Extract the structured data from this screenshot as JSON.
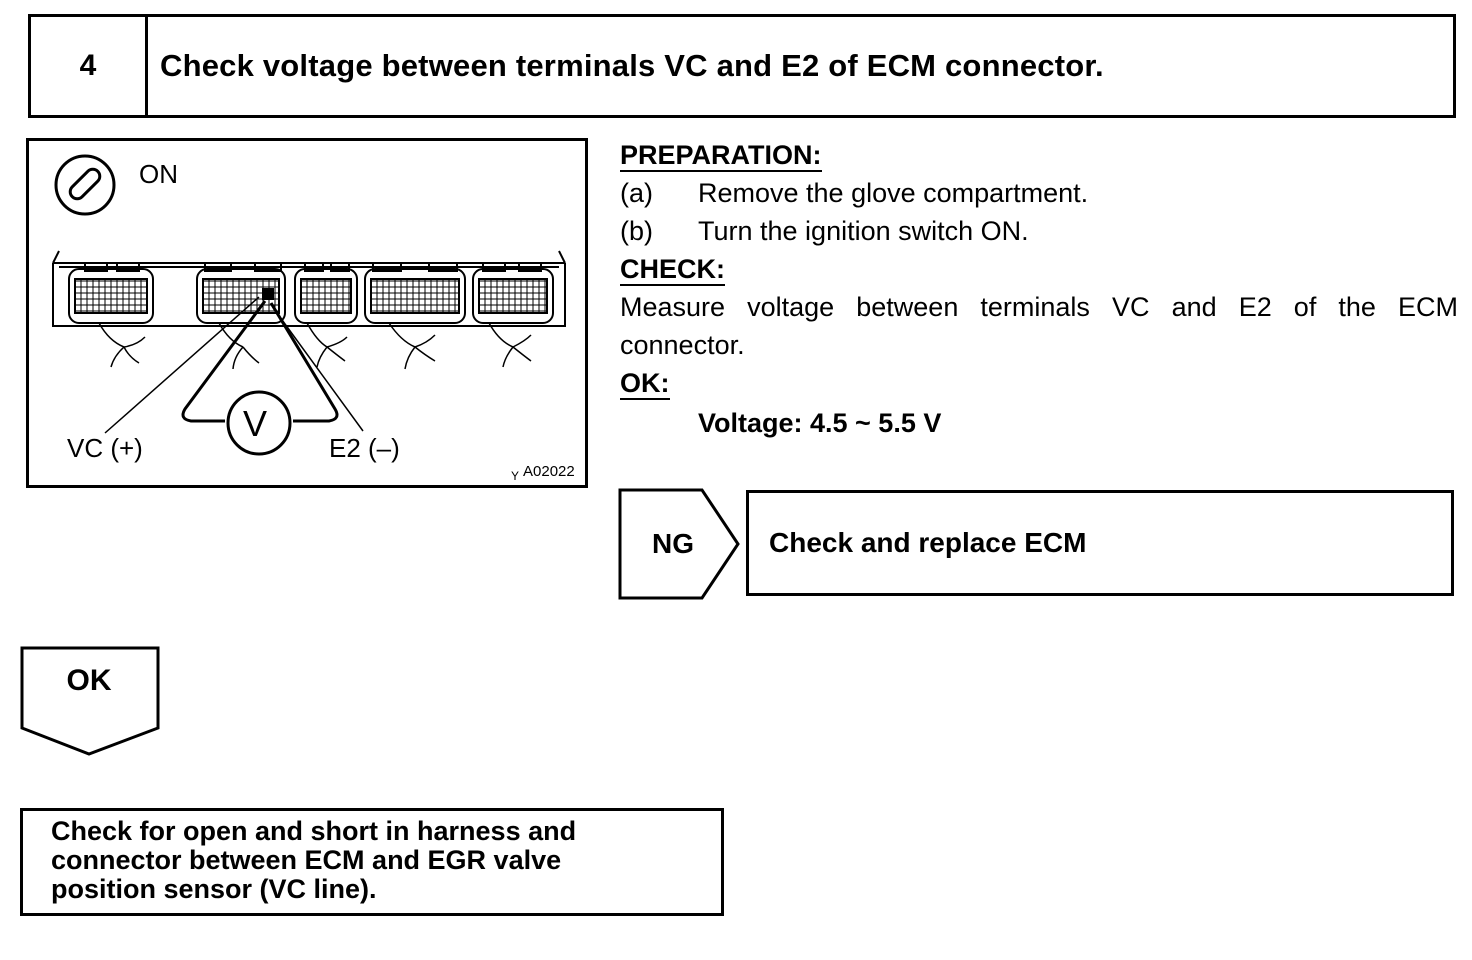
{
  "step": {
    "number": "4",
    "title": "Check voltage between terminals VC and E2 of ECM connector."
  },
  "figure": {
    "switch_label": "ON",
    "vc_label": "VC (+)",
    "e2_label": "E2 (–)",
    "meter_label": "V",
    "figure_id_prefix": "Y",
    "figure_id": "A02022",
    "icons": [
      "ignition-switch-icon",
      "voltmeter-icon",
      "ecm-connector-illustration"
    ]
  },
  "instructions": {
    "preparation_header": "PREPARATION:",
    "preparation_steps": [
      {
        "label": "(a)",
        "text": "Remove the glove compartment."
      },
      {
        "label": "(b)",
        "text": "Turn the ignition switch ON."
      }
    ],
    "check_header": "CHECK:",
    "check_text": "Measure voltage between terminals VC and E2 of the ECM connector.",
    "ok_header": "OK:",
    "voltage_spec": "Voltage:  4.5 ~ 5.5 V"
  },
  "ng_branch": {
    "label": "NG",
    "result": "Check and replace ECM"
  },
  "ok_branch": {
    "label": "OK",
    "result_line1": "Check for open and short in harness and",
    "result_line2": "connector between ECM and EGR valve",
    "result_line3": "position sensor (VC line)."
  }
}
